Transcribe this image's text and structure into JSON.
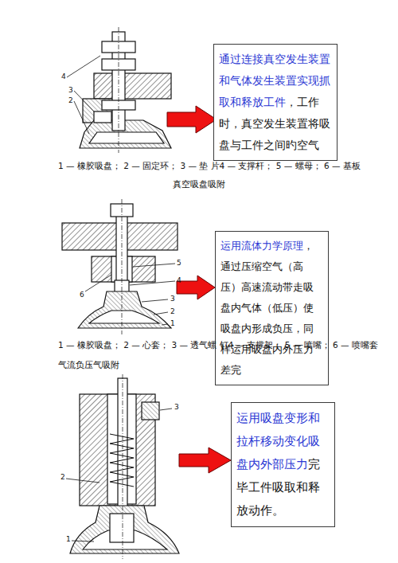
{
  "diagram": {
    "nodes": [
      {
        "text": [
          "通过连接真空发生装置和气体发生装置实现抓取和释放工件",
          "，工作时，真空发生装置将吸盘与工件之间旳空气"
        ]
      },
      {
        "text": [
          "运用流体力学原理",
          "，通过压缩空气（高压）高速流动带走吸盘内气体（低压）使吸盘内形成负压，同样运用吸盘内外压力差完"
        ]
      },
      {
        "text": [
          "运用吸盘变形和拉杆移动变化吸盘内外部压力",
          "完毕工件吸取和释放动作。"
        ]
      }
    ],
    "labels": [
      "1 — 橡胶吸盘； 2 — 固定环； 3 — 垫 片4 — 支撑杆； 5 — 螺母； 6 — 基板",
      "真空吸盘吸附",
      "1 — 橡胶吸盘； 2 — 心套； 3 — 透气螺 钉4 — 支撑架； 5 — 喷嘴； 6 — 喷嘴套",
      "气流负压气吸附",
      "4",
      "3",
      "2",
      "5",
      "4",
      "6",
      "3",
      "2",
      "1",
      "3",
      "2",
      "1"
    ]
  }
}
